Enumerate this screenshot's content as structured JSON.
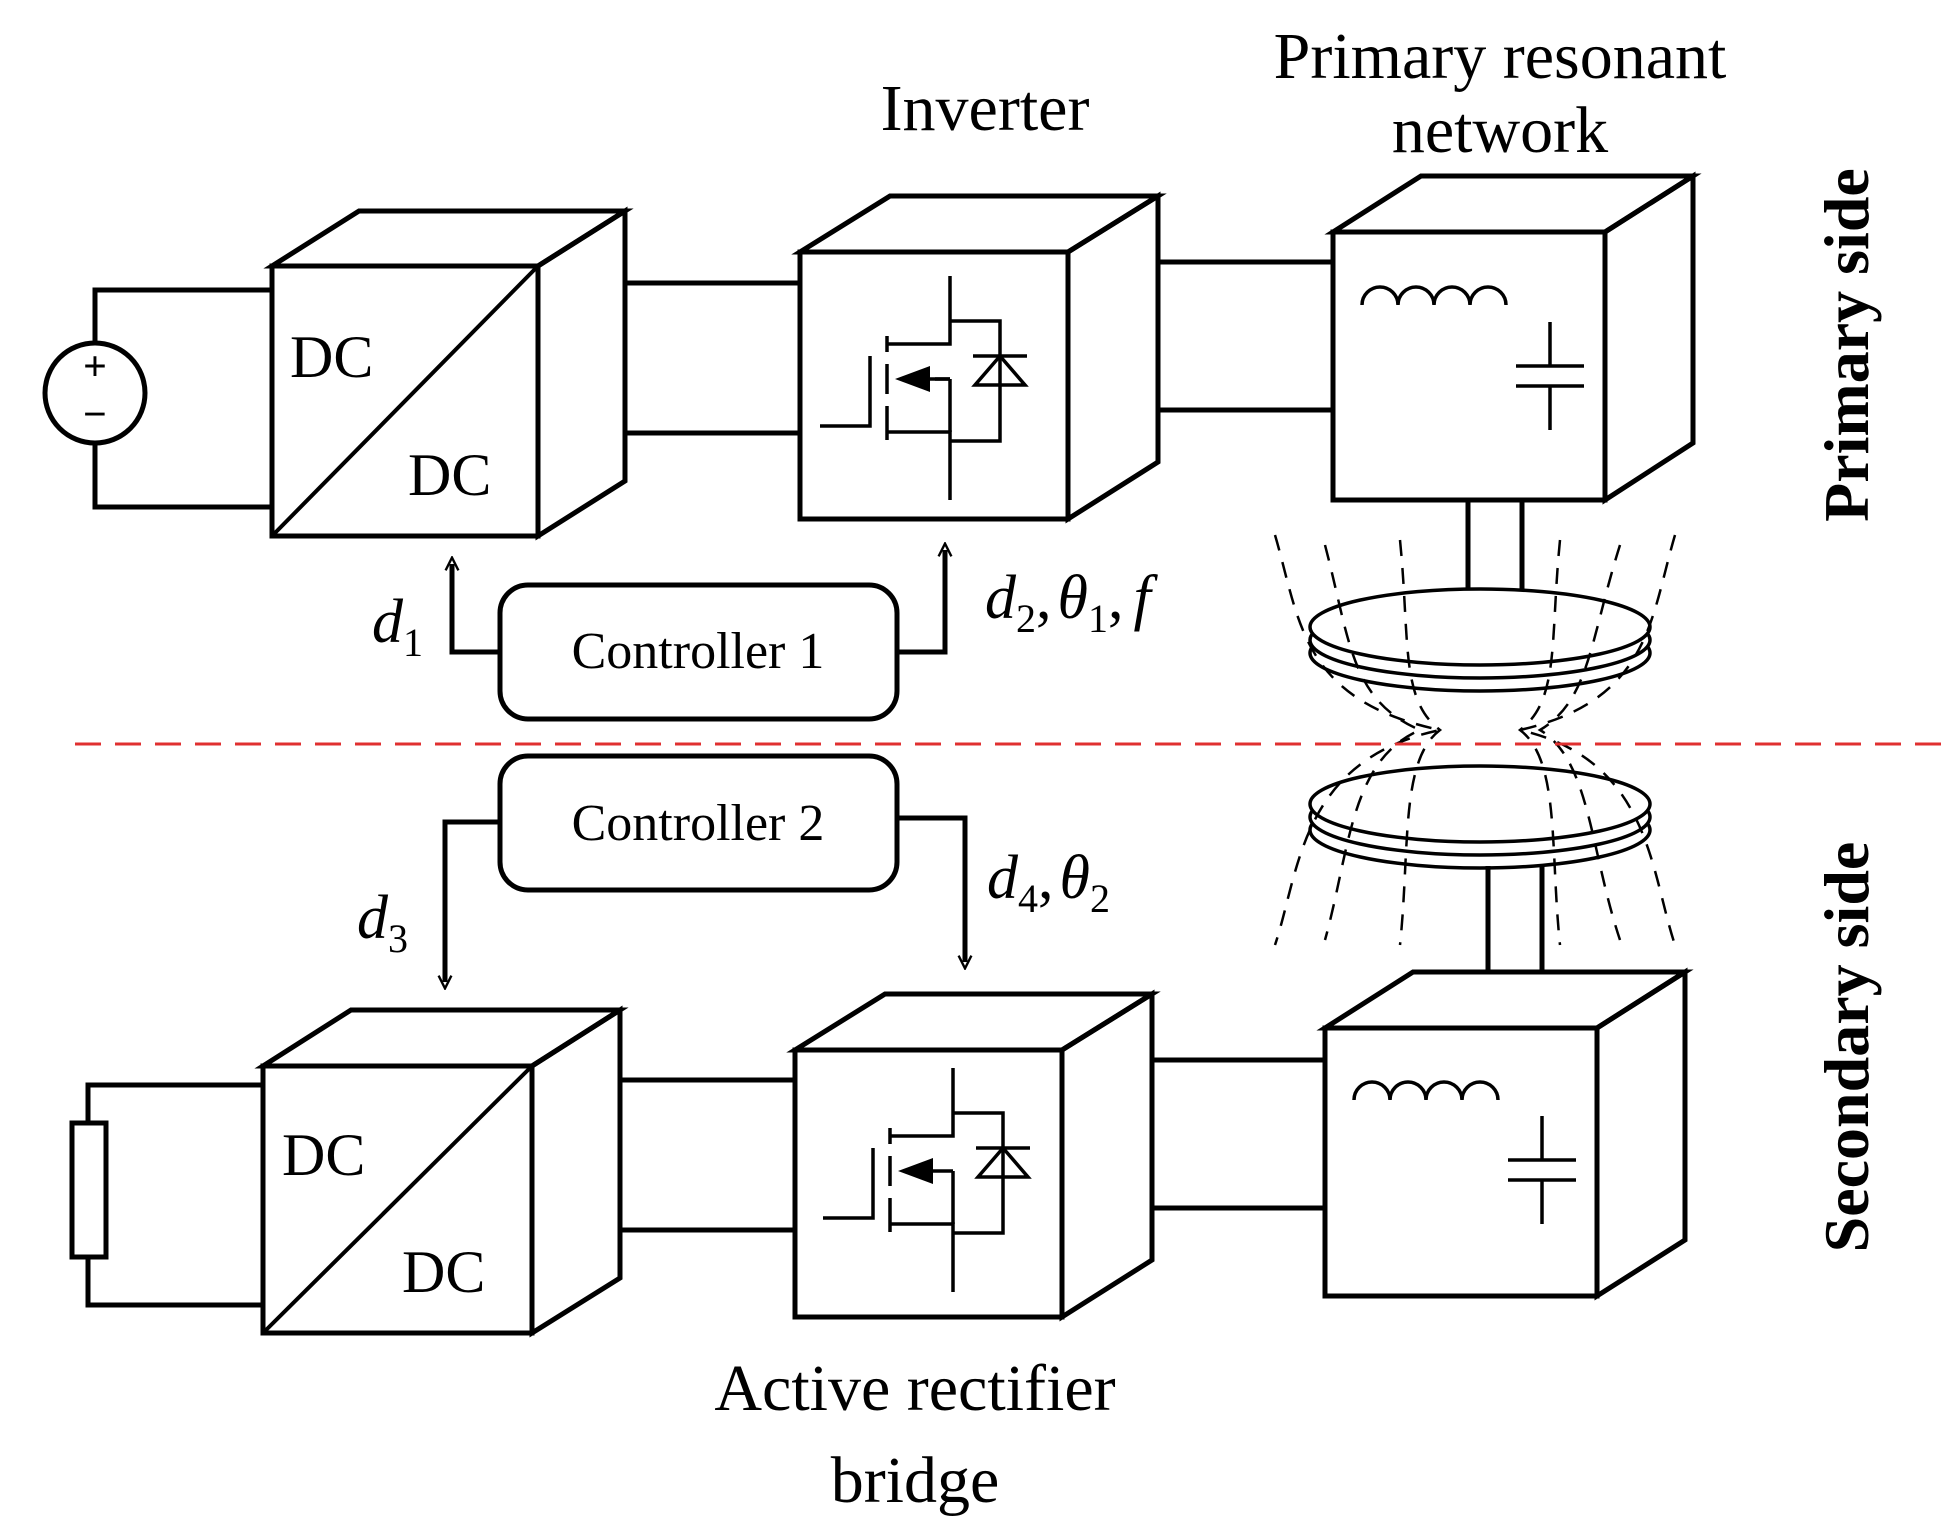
{
  "labels": {
    "inverter": "Inverter",
    "primary_network_line1": "Primary resonant",
    "primary_network_line2": "network",
    "primary_side": "Primary side",
    "secondary_side": "Secondary side",
    "rectifier_line1": "Active rectifier",
    "rectifier_line2": "bridge",
    "dc_in": "DC",
    "dc_out": "DC"
  },
  "controllers": {
    "c1": "Controller 1",
    "c2": "Controller 2"
  },
  "signals": {
    "d1": "d",
    "d1_sub": "1",
    "d2": "d",
    "d2_sub": "2",
    "theta1": "θ",
    "theta1_sub": "1",
    "f": "f",
    "sep": ",",
    "d3": "d",
    "d3_sub": "3",
    "d4": "d",
    "d4_sub": "4",
    "theta2": "θ",
    "theta2_sub": "2"
  },
  "source": {
    "plus": "+",
    "minus": "−"
  },
  "colors": {
    "primary_fill": "#f5dfa0",
    "primary_hatch": "#d9a830",
    "secondary_fill": "#d9d6ec",
    "secondary_hatch": "#8e86b8",
    "separator": "#e03030",
    "ink": "#000000"
  }
}
